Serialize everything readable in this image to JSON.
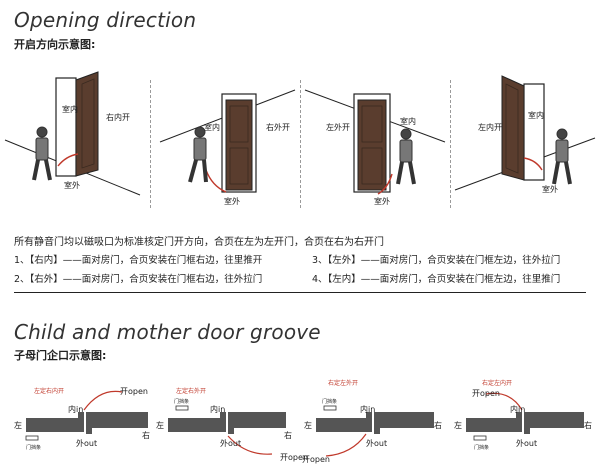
{
  "opening": {
    "title": "Opening direction",
    "subtitle": "开启方向示意图:",
    "panels": [
      {
        "indoor": "室内",
        "outdoor": "室外",
        "type": "右内开"
      },
      {
        "indoor": "室内",
        "outdoor": "室外",
        "type": "右外开"
      },
      {
        "indoor": "室内",
        "outdoor": "室外",
        "type": "左外开"
      },
      {
        "indoor": "室内",
        "outdoor": "室外",
        "type": "左内开"
      }
    ],
    "note": "所有静音门均以磁吸口为标准核定门开方向，合页在左为左开门，合页在右为右开门",
    "rules": [
      "1、【右内】——面对房门，合页安装在门框右边，往里推开",
      "2、【右外】——面对房门，合页安装在门框右边，往外拉门",
      "3、【左外】——面对房门，合页安装在门框左边，往外拉门",
      "4、【左内】——面对房门，合页安装在门框左边，往里推门"
    ]
  },
  "groove": {
    "title": "Child and mother door groove",
    "subtitle": "子母门企口示意图:",
    "panels": [
      {
        "tag": "左定右内开",
        "open": "开open",
        "in": "内in",
        "out": "外out",
        "left": "左",
        "right": "右",
        "latch": "门挡条"
      },
      {
        "tag": "左定右外开",
        "open": "开open",
        "in": "内in",
        "out": "外out",
        "left": "左",
        "right": "右",
        "latch": "门挡条"
      },
      {
        "tag": "右定左外开",
        "open": "开open",
        "in": "内in",
        "out": "外out",
        "left": "左",
        "right": "右",
        "latch": "门挡条"
      },
      {
        "tag": "右定左内开",
        "open": "开open",
        "in": "内in",
        "out": "外out",
        "left": "左",
        "right": "右",
        "latch": "门挡条"
      }
    ]
  },
  "colors": {
    "accent": "#c0392b",
    "door": "#5a3d2e",
    "slab": "#555555"
  }
}
